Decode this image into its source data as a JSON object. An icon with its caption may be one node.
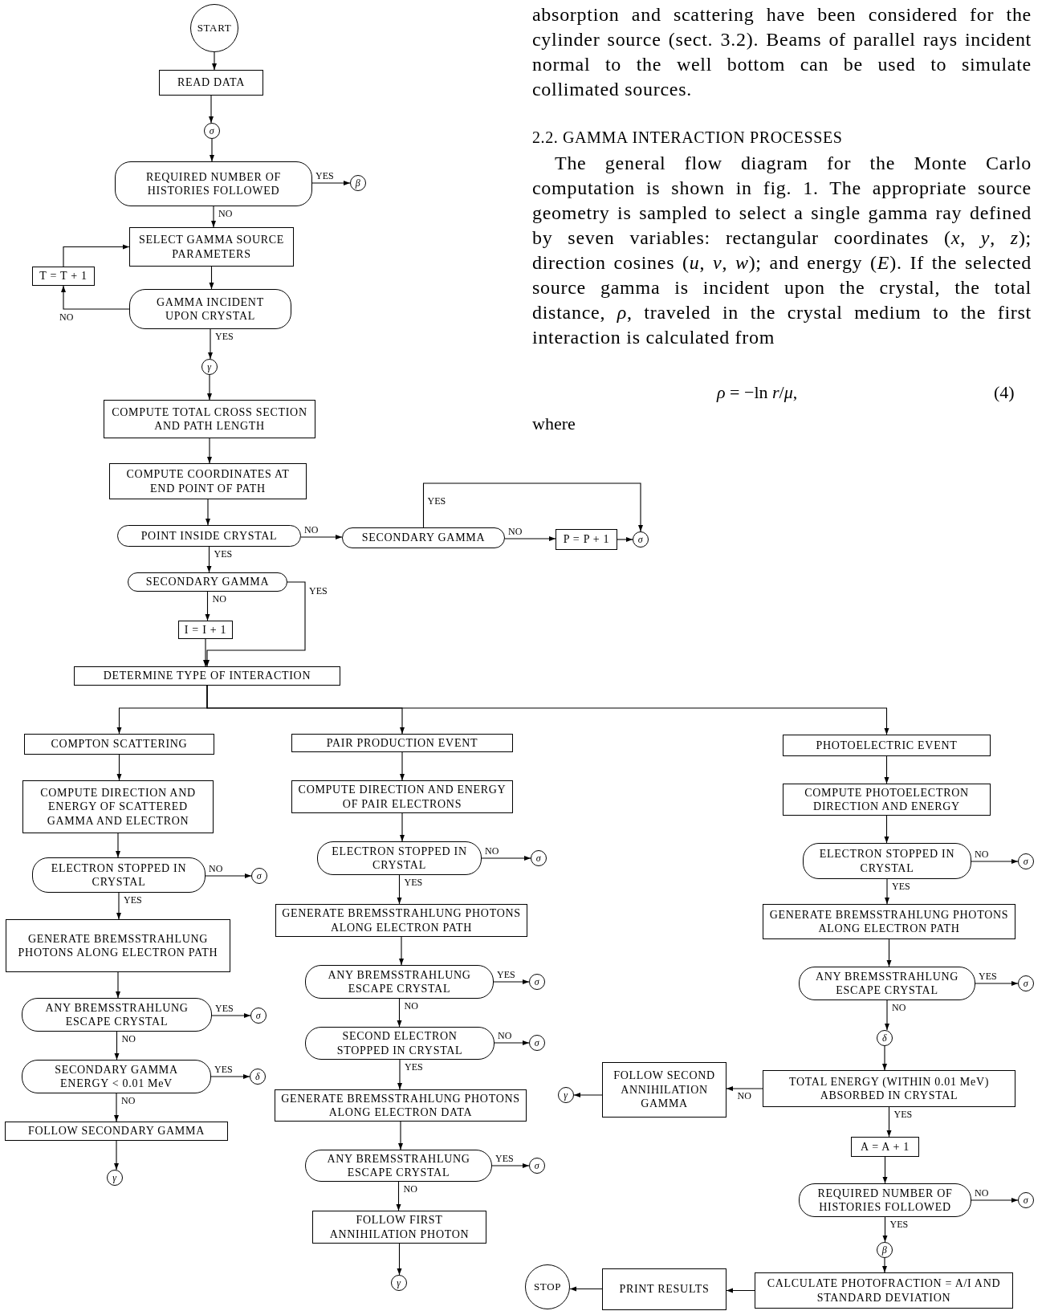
{
  "diagram": {
    "nodes": [
      {
        "text": [
          "START"
        ]
      },
      {
        "text": [
          "READ DATA"
        ]
      },
      {
        "text": [
          "σ"
        ]
      },
      {
        "text": [
          "REQUIRED NUMBER OF HISTORIES FOLLOWED"
        ]
      },
      {
        "text": [
          "β"
        ]
      },
      {
        "text": [
          "SELECT GAMMA SOURCE PARAMETERS"
        ]
      },
      {
        "text": [
          "T = T + 1"
        ]
      },
      {
        "text": [
          "GAMMA INCIDENT UPON CRYSTAL"
        ]
      },
      {
        "text": [
          "γ"
        ]
      },
      {
        "text": [
          "COMPUTE TOTAL CROSS SECTION AND PATH LENGTH"
        ]
      },
      {
        "text": [
          "COMPUTE COORDINATES AT END POINT OF PATH"
        ]
      },
      {
        "text": [
          "POINT INSIDE CRYSTAL"
        ]
      },
      {
        "text": [
          "SECONDARY GAMMA"
        ]
      },
      {
        "text": [
          "P = P + 1"
        ]
      },
      {
        "text": [
          "σ"
        ]
      },
      {
        "text": [
          "SECONDARY GAMMA"
        ]
      },
      {
        "text": [
          "I = I + 1"
        ]
      },
      {
        "text": [
          "DETERMINE TYPE OF INTERACTION"
        ]
      },
      {
        "text": [
          "COMPTON SCATTERING"
        ]
      },
      {
        "text": [
          "COMPUTE DIRECTION AND ENERGY OF SCATTERED GAMMA AND ELECTRON"
        ]
      },
      {
        "text": [
          "ELECTRON STOPPED IN CRYSTAL"
        ]
      },
      {
        "text": [
          "σ"
        ]
      },
      {
        "text": [
          "GENERATE BREMSSTRAHLUNG PHOTONS ALONG ELECTRON PATH"
        ]
      },
      {
        "text": [
          "ANY BREMSSTRAHLUNG ESCAPE CRYSTAL"
        ]
      },
      {
        "text": [
          "σ"
        ]
      },
      {
        "text": [
          "SECONDARY GAMMA ENERGY < 0.01 MeV"
        ]
      },
      {
        "text": [
          "δ"
        ]
      },
      {
        "text": [
          "FOLLOW SECONDARY GAMMA"
        ]
      },
      {
        "text": [
          "γ"
        ]
      },
      {
        "text": [
          "PAIR PRODUCTION EVENT"
        ]
      },
      {
        "text": [
          "COMPUTE DIRECTION AND ENERGY OF PAIR ELECTRONS"
        ]
      },
      {
        "text": [
          "ELECTRON STOPPED IN CRYSTAL"
        ]
      },
      {
        "text": [
          "σ"
        ]
      },
      {
        "text": [
          "GENERATE BREMSSTRAHLUNG PHOTONS ALONG ELECTRON PATH"
        ]
      },
      {
        "text": [
          "ANY BREMSSTRAHLUNG ESCAPE CRYSTAL"
        ]
      },
      {
        "text": [
          "σ"
        ]
      },
      {
        "text": [
          "SECOND ELECTRON STOPPED IN CRYSTAL"
        ]
      },
      {
        "text": [
          "σ"
        ]
      },
      {
        "text": [
          "GENERATE BREMSSTRAHLUNG PHOTONS ALONG ELECTRON DATA"
        ]
      },
      {
        "text": [
          "ANY BREMSSTRAHLUNG ESCAPE CRYSTAL"
        ]
      },
      {
        "text": [
          "σ"
        ]
      },
      {
        "text": [
          "FOLLOW FIRST ANNIHILATION PHOTON"
        ]
      },
      {
        "text": [
          "γ"
        ]
      },
      {
        "text": [
          "PHOTOELECTRIC EVENT"
        ]
      },
      {
        "text": [
          "COMPUTE PHOTOELECTRON DIRECTION AND ENERGY"
        ]
      },
      {
        "text": [
          "ELECTRON STOPPED IN CRYSTAL"
        ]
      },
      {
        "text": [
          "σ"
        ]
      },
      {
        "text": [
          "GENERATE BREMSSTRAHLUNG PHOTONS ALONG ELECTRON PATH"
        ]
      },
      {
        "text": [
          "ANY BREMSSTRAHLUNG ESCAPE CRYSTAL"
        ]
      },
      {
        "text": [
          "σ"
        ]
      },
      {
        "text": [
          "δ"
        ]
      },
      {
        "text": [
          "TOTAL ENERGY (WITHIN 0.01 MeV) ABSORBED IN CRYSTAL"
        ]
      },
      {
        "text": [
          "FOLLOW SECOND ANNIHILATION GAMMA"
        ]
      },
      {
        "text": [
          "γ"
        ]
      },
      {
        "text": [
          "A = A + 1"
        ]
      },
      {
        "text": [
          "REQUIRED NUMBER OF HISTORIES FOLLOWED"
        ]
      },
      {
        "text": [
          "σ"
        ]
      },
      {
        "text": [
          "β"
        ]
      },
      {
        "text": [
          "CALCULATE PHOTOFRACTION = A/I AND STANDARD DEVIATION"
        ]
      },
      {
        "text": [
          "PRINT RESULTS"
        ]
      },
      {
        "text": [
          "STOP"
        ]
      }
    ],
    "edges": [
      {
        "from": 0,
        "to": 1,
        "arrow": "to"
      },
      {
        "from": 1,
        "to": 2,
        "arrow": "to"
      },
      {
        "from": 2,
        "to": 3,
        "arrow": "to"
      },
      {
        "from": 3,
        "to": 4,
        "arrow": "to",
        "label": "YES"
      },
      {
        "from": 3,
        "to": 5,
        "arrow": "to",
        "label": "NO"
      },
      {
        "from": 5,
        "to": 7,
        "arrow": "to"
      },
      {
        "from": 7,
        "to": 6,
        "arrow": "to",
        "label": "NO"
      },
      {
        "from": 6,
        "to": 5,
        "arrow": "to"
      },
      {
        "from": 7,
        "to": 8,
        "arrow": "to",
        "label": "YES"
      },
      {
        "from": 8,
        "to": 9,
        "arrow": "to"
      },
      {
        "from": 9,
        "to": 10,
        "arrow": "to"
      },
      {
        "from": 10,
        "to": 11,
        "arrow": "to"
      },
      {
        "from": 11,
        "to": 12,
        "arrow": "to",
        "label": "NO"
      },
      {
        "from": 12,
        "to": 13,
        "arrow": "to",
        "label": "NO"
      },
      {
        "from": 12,
        "to": 14,
        "arrow": "to",
        "label": "YES"
      },
      {
        "from": 13,
        "to": 14,
        "arrow": "to"
      },
      {
        "from": 11,
        "to": 15,
        "arrow": "to",
        "label": "YES"
      },
      {
        "from": 15,
        "to": 16,
        "arrow": "to",
        "label": "NO"
      },
      {
        "from": 15,
        "to": 17,
        "arrow": "to",
        "label": "YES"
      },
      {
        "from": 16,
        "to": 17,
        "arrow": "to"
      },
      {
        "from": 17,
        "to": 18,
        "arrow": "to"
      },
      {
        "from": 17,
        "to": 29,
        "arrow": "to"
      },
      {
        "from": 17,
        "to": 43,
        "arrow": "to"
      },
      {
        "from": 18,
        "to": 19,
        "arrow": "to"
      },
      {
        "from": 19,
        "to": 20,
        "arrow": "to"
      },
      {
        "from": 20,
        "to": 21,
        "arrow": "to",
        "label": "NO"
      },
      {
        "from": 20,
        "to": 22,
        "arrow": "to",
        "label": "YES"
      },
      {
        "from": 22,
        "to": 23,
        "arrow": "to"
      },
      {
        "from": 23,
        "to": 24,
        "arrow": "to",
        "label": "YES"
      },
      {
        "from": 23,
        "to": 25,
        "arrow": "to",
        "label": "NO"
      },
      {
        "from": 25,
        "to": 26,
        "arrow": "to",
        "label": "YES"
      },
      {
        "from": 25,
        "to": 27,
        "arrow": "to",
        "label": "NO"
      },
      {
        "from": 27,
        "to": 28,
        "arrow": "to"
      },
      {
        "from": 29,
        "to": 30,
        "arrow": "to"
      },
      {
        "from": 30,
        "to": 31,
        "arrow": "to"
      },
      {
        "from": 31,
        "to": 32,
        "arrow": "to",
        "label": "NO"
      },
      {
        "from": 31,
        "to": 33,
        "arrow": "to",
        "label": "YES"
      },
      {
        "from": 33,
        "to": 34,
        "arrow": "to"
      },
      {
        "from": 34,
        "to": 35,
        "arrow": "to",
        "label": "YES"
      },
      {
        "from": 34,
        "to": 36,
        "arrow": "to",
        "label": "NO"
      },
      {
        "from": 36,
        "to": 37,
        "arrow": "to",
        "label": "NO"
      },
      {
        "from": 36,
        "to": 38,
        "arrow": "to",
        "label": "YES"
      },
      {
        "from": 38,
        "to": 39,
        "arrow": "to"
      },
      {
        "from": 39,
        "to": 40,
        "arrow": "to",
        "label": "YES"
      },
      {
        "from": 39,
        "to": 41,
        "arrow": "to",
        "label": "NO"
      },
      {
        "from": 41,
        "to": 42,
        "arrow": "to"
      },
      {
        "from": 43,
        "to": 44,
        "arrow": "to"
      },
      {
        "from": 44,
        "to": 45,
        "arrow": "to"
      },
      {
        "from": 45,
        "to": 46,
        "arrow": "to",
        "label": "NO"
      },
      {
        "from": 45,
        "to": 47,
        "arrow": "to",
        "label": "YES"
      },
      {
        "from": 47,
        "to": 48,
        "arrow": "to"
      },
      {
        "from": 48,
        "to": 49,
        "arrow": "to",
        "label": "YES"
      },
      {
        "from": 48,
        "to": 50,
        "arrow": "to",
        "label": "NO"
      },
      {
        "from": 50,
        "to": 51,
        "arrow": "to"
      },
      {
        "from": 51,
        "to": 52,
        "arrow": "to",
        "label": "NO"
      },
      {
        "from": 52,
        "to": 53,
        "arrow": "to"
      },
      {
        "from": 51,
        "to": 54,
        "arrow": "to",
        "label": "YES"
      },
      {
        "from": 54,
        "to": 55,
        "arrow": "to"
      },
      {
        "from": 55,
        "to": 56,
        "arrow": "to",
        "label": "NO"
      },
      {
        "from": 55,
        "to": 57,
        "arrow": "to",
        "label": "YES"
      },
      {
        "from": 57,
        "to": 58,
        "arrow": "to"
      },
      {
        "from": 58,
        "to": 59,
        "arrow": "to"
      },
      {
        "from": 59,
        "to": 60,
        "arrow": "to"
      }
    ],
    "labels": [
      "absorption and scattering have been considered for the cylinder source (sect. 3.2). Beams of parallel rays incident normal to the well bottom can be used to simulate collimated sources.",
      "2.2. GAMMA INTERACTION PROCESSES",
      "The general flow diagram for the Monte Carlo computation is shown in fig. 1. The appropriate source geometry is sampled to select a single gamma ray defined by seven variables: rectangular coordinates (*x*, *y*, *z*); direction cosines (*u*, *v*, *w*); and energy (*E*). If the selected source gamma is incident upon the crystal, the total distance, *ρ*, traveled in the crystal medium to the first interaction is calculated from",
      "*ρ* = −ln *r*/*μ*,",
      "(4)",
      "where"
    ]
  }
}
